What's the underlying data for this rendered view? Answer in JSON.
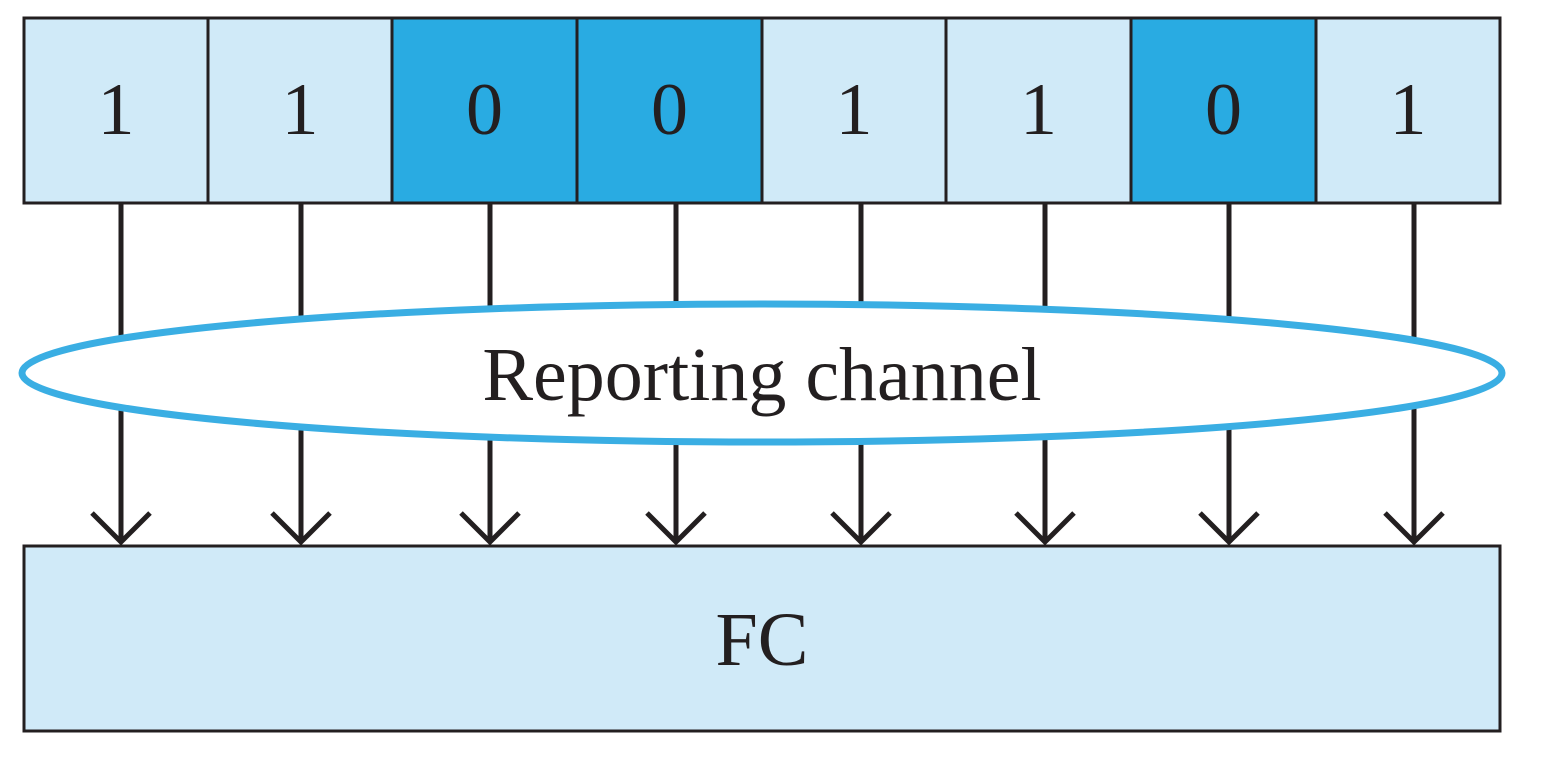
{
  "bits": [
    "1",
    "1",
    "0",
    "0",
    "1",
    "1",
    "0",
    "1"
  ],
  "channel_label": "Reporting channel",
  "fusion_center_label": "FC",
  "colors": {
    "bit_one_fill": "#d0eaf8",
    "bit_zero_fill": "#29abe2",
    "fc_fill": "#d0eaf8",
    "ellipse_stroke": "#3aaee3",
    "ellipse_fill": "#ffffff",
    "line": "#231f20"
  }
}
